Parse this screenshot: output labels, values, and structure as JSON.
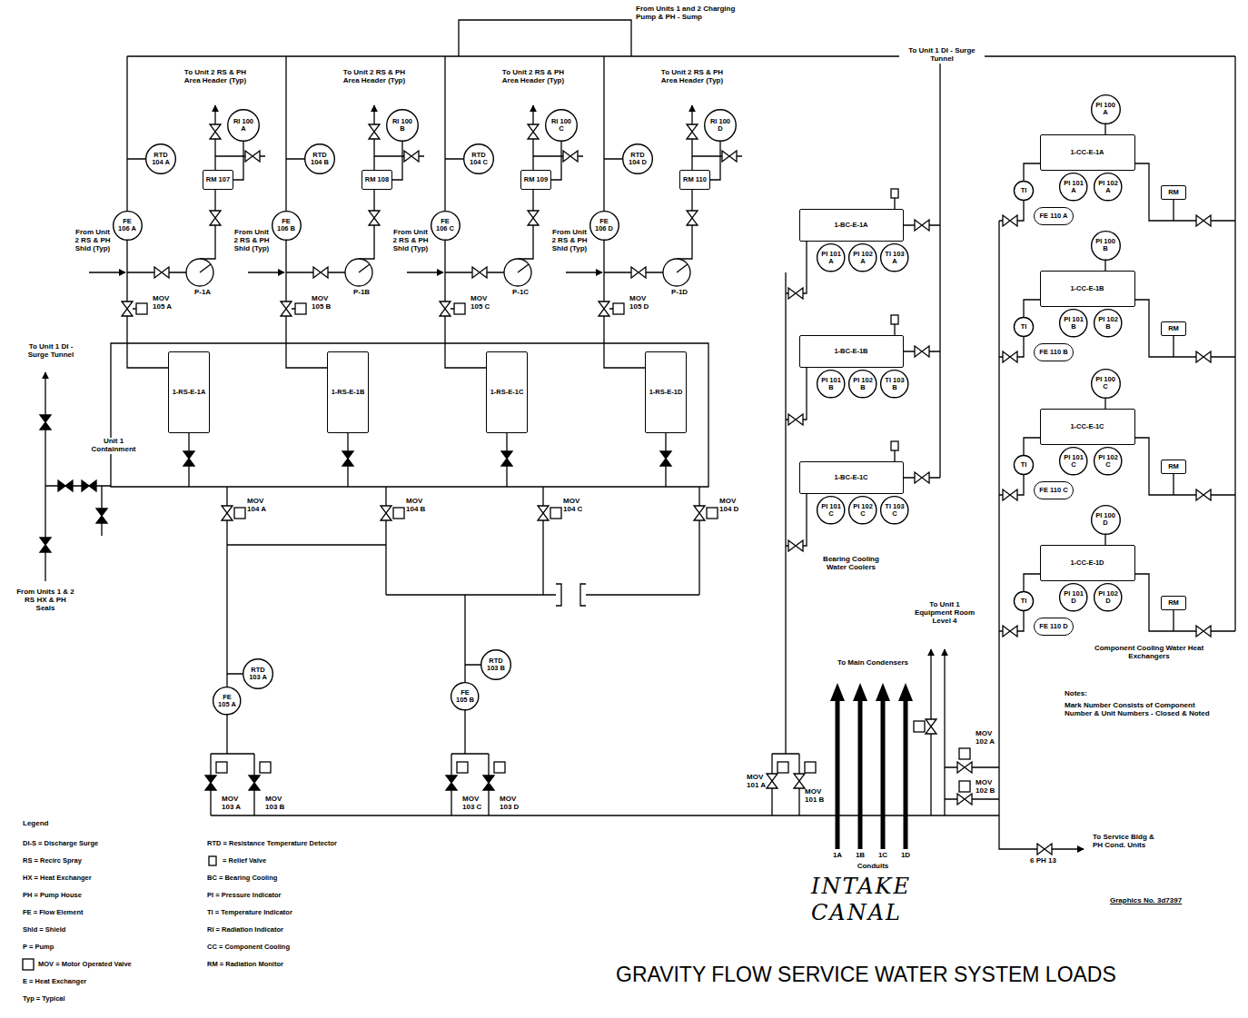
{
  "diagram": {
    "title": "GRAVITY FLOW SERVICE WATER SYSTEM LOADS",
    "nodes": [
      {
        "text": [
          "RI 100 A"
        ]
      },
      {
        "text": [
          "RM 107"
        ]
      },
      {
        "text": [
          "RTD 104 A"
        ]
      },
      {
        "text": [
          "FE 106 A"
        ]
      },
      {
        "text": [
          "1-RS-E-1A"
        ]
      },
      {
        "text": [
          "RI 100 B"
        ]
      },
      {
        "text": [
          "RM 108"
        ]
      },
      {
        "text": [
          "RTD 104 B"
        ]
      },
      {
        "text": [
          "FE 106 B"
        ]
      },
      {
        "text": [
          "1-RS-E-1B"
        ]
      },
      {
        "text": [
          "RI 100 C"
        ]
      },
      {
        "text": [
          "RM 109"
        ]
      },
      {
        "text": [
          "RTD 104 C"
        ]
      },
      {
        "text": [
          "FE 106 C"
        ]
      },
      {
        "text": [
          "1-RS-E-1C"
        ]
      },
      {
        "text": [
          "RI 100 D"
        ]
      },
      {
        "text": [
          "RM 110"
        ]
      },
      {
        "text": [
          "RTD 104 D"
        ]
      },
      {
        "text": [
          "FE 106 D"
        ]
      },
      {
        "text": [
          "1-RS-E-1D"
        ]
      },
      {
        "text": [
          "FE 105 A"
        ]
      },
      {
        "text": [
          "RTD 103 A"
        ]
      },
      {
        "text": [
          "FE 105 B"
        ]
      },
      {
        "text": [
          "RTD 103 B"
        ]
      },
      {
        "text": [
          "1-BC-E-1A"
        ]
      },
      {
        "text": [
          "PI 101 A"
        ]
      },
      {
        "text": [
          "PI 102 A"
        ]
      },
      {
        "text": [
          "TI 103 A"
        ]
      },
      {
        "text": [
          "1-BC-E-1B"
        ]
      },
      {
        "text": [
          "PI 101 B"
        ]
      },
      {
        "text": [
          "PI 102 B"
        ]
      },
      {
        "text": [
          "TI 103 B"
        ]
      },
      {
        "text": [
          "1-BC-E-1C"
        ]
      },
      {
        "text": [
          "PI 101 C"
        ]
      },
      {
        "text": [
          "PI 102 C"
        ]
      },
      {
        "text": [
          "TI 103 C"
        ]
      },
      {
        "text": [
          "PI 100 A"
        ]
      },
      {
        "text": [
          "1-CC-E-1A"
        ]
      },
      {
        "text": [
          "TI"
        ]
      },
      {
        "text": [
          "PI 101 A"
        ]
      },
      {
        "text": [
          "PI 102 A"
        ]
      },
      {
        "text": [
          "FE 110 A"
        ]
      },
      {
        "text": [
          "RM"
        ]
      },
      {
        "text": [
          "PI 100 B"
        ]
      },
      {
        "text": [
          "1-CC-E-1B"
        ]
      },
      {
        "text": [
          "TI"
        ]
      },
      {
        "text": [
          "PI 101 B"
        ]
      },
      {
        "text": [
          "PI 102 B"
        ]
      },
      {
        "text": [
          "FE 110 B"
        ]
      },
      {
        "text": [
          "RM"
        ]
      },
      {
        "text": [
          "PI 100 C"
        ]
      },
      {
        "text": [
          "1-CC-E-1C"
        ]
      },
      {
        "text": [
          "TI"
        ]
      },
      {
        "text": [
          "PI 101 C"
        ]
      },
      {
        "text": [
          "PI 102 C"
        ]
      },
      {
        "text": [
          "FE 110 C"
        ]
      },
      {
        "text": [
          "RM"
        ]
      },
      {
        "text": [
          "PI 100 D"
        ]
      },
      {
        "text": [
          "1-CC-E-1D"
        ]
      },
      {
        "text": [
          "TI"
        ]
      },
      {
        "text": [
          "PI 101 D"
        ]
      },
      {
        "text": [
          "PI 102 D"
        ]
      },
      {
        "text": [
          "FE 110 D"
        ]
      },
      {
        "text": [
          "RM"
        ]
      }
    ],
    "edges": [
      {
        "from": 1,
        "to": 0,
        "arrow": "none"
      },
      {
        "from": 3,
        "to": 4,
        "arrow": "none"
      },
      {
        "from": 6,
        "to": 5,
        "arrow": "none"
      },
      {
        "from": 8,
        "to": 9,
        "arrow": "none"
      },
      {
        "from": 11,
        "to": 10,
        "arrow": "none"
      },
      {
        "from": 13,
        "to": 14,
        "arrow": "none"
      },
      {
        "from": 16,
        "to": 15,
        "arrow": "none"
      },
      {
        "from": 18,
        "to": 19,
        "arrow": "none"
      },
      {
        "from": 36,
        "to": 37,
        "arrow": "none"
      },
      {
        "from": 43,
        "to": 44,
        "arrow": "none"
      },
      {
        "from": 50,
        "to": 51,
        "arrow": "none"
      },
      {
        "from": 57,
        "to": 58,
        "arrow": "none"
      }
    ],
    "labels": [
      "To Unit 2 RS & PH Area Header (Typ)",
      "From Unit 2 RS & PH Shld (Typ)",
      "MOV 105 A",
      "P-1A",
      "To Unit 2 RS & PH Area Header (Typ)",
      "From Unit 2 RS & PH Shld (Typ)",
      "MOV 105 B",
      "P-1B",
      "To Unit 2 RS & PH Area Header (Typ)",
      "From Unit 2 RS & PH Shld (Typ)",
      "MOV 105 C",
      "P-1C",
      "To Unit 2 RS & PH Area Header (Typ)",
      "From Unit 2 RS & PH Shld (Typ)",
      "MOV 105 D",
      "P-1D",
      "MOV 104 A",
      "MOV 104 B",
      "MOV 104 C",
      "MOV 104 D",
      "MOV 103 A",
      "MOV 103 B",
      "MOV 103 C",
      "MOV 103 D",
      "MOV 101 A",
      "MOV 101 B",
      "MOV 102 A",
      "MOV 102 B",
      "To Unit 1 DI - Surge Tunnel",
      "Unit 1 Containment",
      "From Units 1 & 2 RS HX & PH Seals",
      "From Units 1 and 2 Charging Pump & PH - Sump",
      "To Unit 1 DI - Surge Tunnel",
      "Bearing Cooling Water Coolers",
      "To Main Condensers",
      "To Unit 1 Equipment Room Level 4",
      "1A",
      "1B",
      "1C",
      "1D",
      "Conduits",
      "INTAKE CANAL",
      "To Service Bldg & PH Cond. Units",
      "6 PH 13",
      "Component Cooling Water Heat Exchangers",
      "Notes:",
      "Mark Number Consists of Component Number & Unit Numbers - Closed & Noted",
      "Graphics No. 3d7397",
      "Legend"
    ],
    "legend": [
      {
        "text": "DI-S = Discharge Surge"
      },
      {
        "text": "RS = Recirc Spray"
      },
      {
        "text": "HX = Heat Exchanger"
      },
      {
        "text": "PH = Pump House"
      },
      {
        "text": "FE = Flow Element"
      },
      {
        "text": "Shld = Shield"
      },
      {
        "text": "P = Pump"
      },
      {
        "text": "MOV = Motor Operated Valve"
      },
      {
        "text": "E = Heat Exchanger"
      },
      {
        "text": "Typ = Typical"
      },
      {
        "text": "RTD = Resistance Temperature Detector"
      },
      {
        "text": "= Relief Valve"
      },
      {
        "text": "BC = Bearing Cooling"
      },
      {
        "text": "PI = Pressure Indicator"
      },
      {
        "text": "TI = Temperature Indicator"
      },
      {
        "text": "RI = Radiation Indicator"
      },
      {
        "text": "CC = Component Cooling"
      },
      {
        "text": "RM = Radiation Monitor"
      }
    ]
  }
}
